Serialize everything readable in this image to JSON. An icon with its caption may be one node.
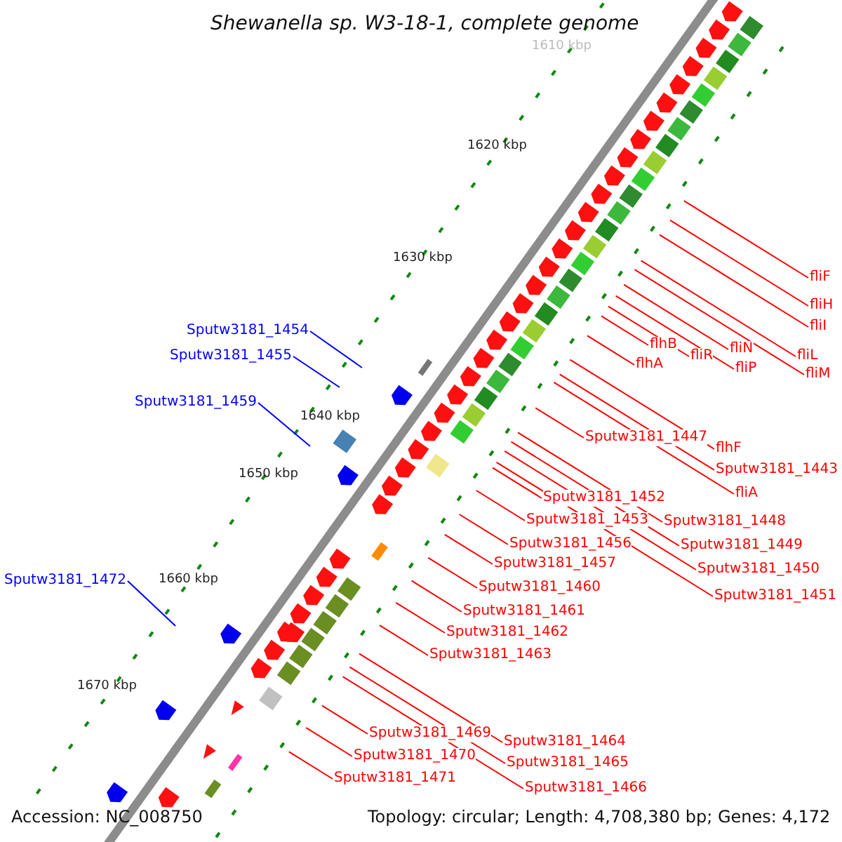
{
  "diagram": {
    "title": "Shewanella sp. W3-18-1, complete genome",
    "nodes": [
      {
        "text": [
          "fliF"
        ]
      },
      {
        "text": [
          "fliH"
        ]
      },
      {
        "text": [
          "fliI"
        ]
      },
      {
        "text": [
          "Sputw3181_1454"
        ]
      },
      {
        "text": [
          "flhB"
        ]
      },
      {
        "text": [
          "fliN"
        ]
      },
      {
        "text": [
          "fliR"
        ]
      },
      {
        "text": [
          "fliL"
        ]
      },
      {
        "text": [
          "Sputw3181_1455"
        ]
      },
      {
        "text": [
          "flhA"
        ]
      },
      {
        "text": [
          "fliP"
        ]
      },
      {
        "text": [
          "fliM"
        ]
      },
      {
        "text": [
          "Sputw3181_1459"
        ]
      },
      {
        "text": [
          "Sputw3181_1447"
        ]
      },
      {
        "text": [
          "flhF"
        ]
      },
      {
        "text": [
          "Sputw3181_1443"
        ]
      },
      {
        "text": [
          "fliA"
        ]
      },
      {
        "text": [
          "Sputw3181_1452"
        ]
      },
      {
        "text": [
          "Sputw3181_1448"
        ]
      },
      {
        "text": [
          "Sputw3181_1453"
        ]
      },
      {
        "text": [
          "Sputw3181_1456"
        ]
      },
      {
        "text": [
          "Sputw3181_1449"
        ]
      },
      {
        "text": [
          "Sputw3181_1457"
        ]
      },
      {
        "text": [
          "Sputw3181_1450"
        ]
      },
      {
        "text": [
          "Sputw3181_1472"
        ]
      },
      {
        "text": [
          "Sputw3181_1460"
        ]
      },
      {
        "text": [
          "Sputw3181_1451"
        ]
      },
      {
        "text": [
          "Sputw3181_1461"
        ]
      },
      {
        "text": [
          "Sputw3181_1462"
        ]
      },
      {
        "text": [
          "Sputw3181_1463"
        ]
      },
      {
        "text": [
          "Sputw3181_1469"
        ]
      },
      {
        "text": [
          "Sputw3181_1464"
        ]
      },
      {
        "text": [
          "Sputw3181_1470"
        ]
      },
      {
        "text": [
          "Sputw3181_1465"
        ]
      },
      {
        "text": [
          "Sputw3181_1471"
        ]
      },
      {
        "text": [
          "Sputw3181_1466"
        ]
      }
    ],
    "edges": [
      {
        "from": 0,
        "to": null,
        "arrow": "none"
      },
      {
        "from": 1,
        "to": null,
        "arrow": "none"
      },
      {
        "from": 2,
        "to": null,
        "arrow": "none"
      },
      {
        "from": 3,
        "to": null,
        "arrow": "none",
        "color": "#0000ff"
      },
      {
        "from": 4,
        "to": null,
        "arrow": "none"
      },
      {
        "from": 5,
        "to": null,
        "arrow": "none"
      },
      {
        "from": 6,
        "to": null,
        "arrow": "none"
      },
      {
        "from": 7,
        "to": null,
        "arrow": "none"
      },
      {
        "from": 8,
        "to": null,
        "arrow": "none",
        "color": "#0000ff"
      },
      {
        "from": 9,
        "to": null,
        "arrow": "none"
      },
      {
        "from": 10,
        "to": null,
        "arrow": "none"
      },
      {
        "from": 11,
        "to": null,
        "arrow": "none"
      },
      {
        "from": 12,
        "to": null,
        "arrow": "none",
        "color": "#0000ff"
      },
      {
        "from": 13,
        "to": null,
        "arrow": "none"
      },
      {
        "from": 14,
        "to": null,
        "arrow": "none"
      },
      {
        "from": 15,
        "to": null,
        "arrow": "none"
      },
      {
        "from": 16,
        "to": null,
        "arrow": "none"
      },
      {
        "from": 17,
        "to": null,
        "arrow": "none"
      },
      {
        "from": 18,
        "to": null,
        "arrow": "none"
      },
      {
        "from": 19,
        "to": null,
        "arrow": "none"
      },
      {
        "from": 20,
        "to": null,
        "arrow": "none"
      },
      {
        "from": 21,
        "to": null,
        "arrow": "none"
      },
      {
        "from": 22,
        "to": null,
        "arrow": "none"
      },
      {
        "from": 23,
        "to": null,
        "arrow": "none"
      },
      {
        "from": 24,
        "to": null,
        "arrow": "none",
        "color": "#0000ff"
      },
      {
        "from": 25,
        "to": null,
        "arrow": "none"
      },
      {
        "from": 26,
        "to": null,
        "arrow": "none"
      },
      {
        "from": 27,
        "to": null,
        "arrow": "none"
      },
      {
        "from": 28,
        "to": null,
        "arrow": "none"
      },
      {
        "from": 29,
        "to": null,
        "arrow": "none"
      },
      {
        "from": 30,
        "to": null,
        "arrow": "none"
      },
      {
        "from": 31,
        "to": null,
        "arrow": "none"
      },
      {
        "from": 32,
        "to": null,
        "arrow": "none"
      },
      {
        "from": 33,
        "to": null,
        "arrow": "none"
      },
      {
        "from": 34,
        "to": null,
        "arrow": "none"
      },
      {
        "from": 35,
        "to": null,
        "arrow": "none"
      }
    ],
    "labels": [
      "1610 kbp",
      "1620 kbp",
      "1630 kbp",
      "1640 kbp",
      "1650 kbp",
      "1660 kbp",
      "1670 kbp",
      "Accession: NC_008750",
      "Topology: circular; Length: 4,708,380 bp; Genes: 4,172"
    ]
  }
}
